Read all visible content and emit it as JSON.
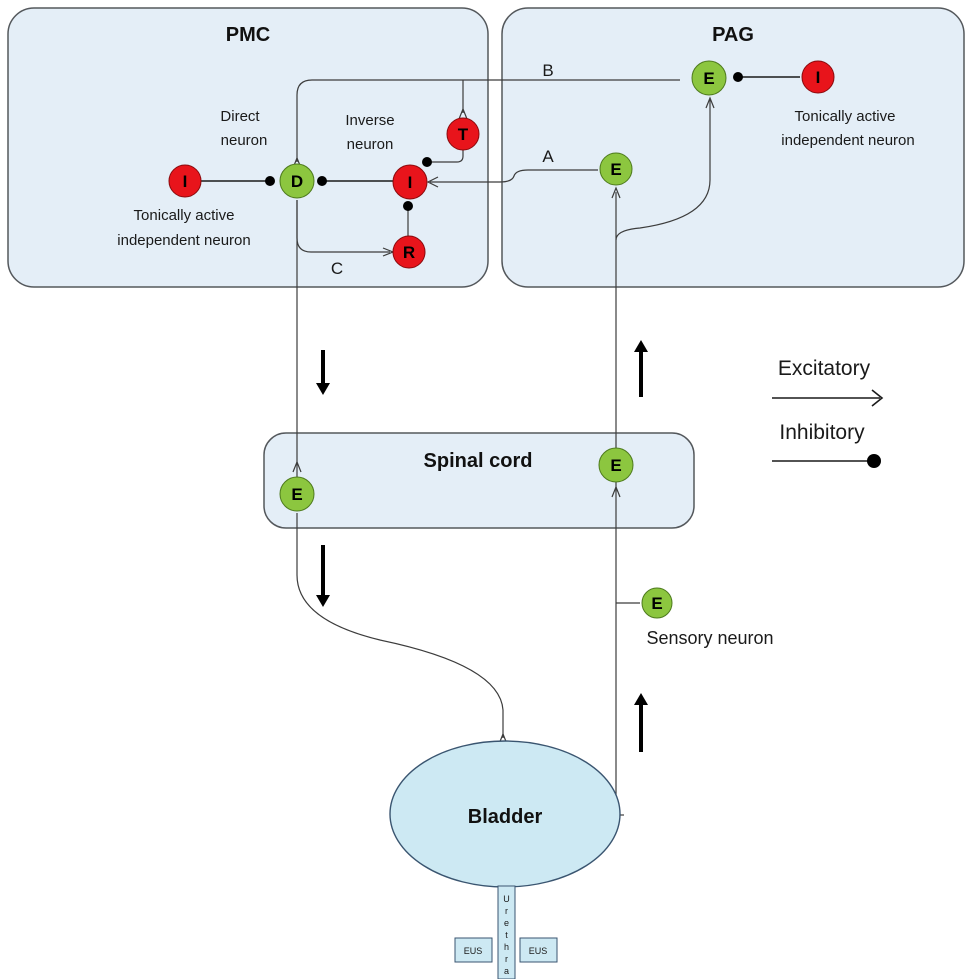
{
  "colors": {
    "region_fill": "#e4eef7",
    "bladder_fill": "#cde9f3",
    "excitatory_node": "#8cc63f",
    "inhibitory_node": "#e8141b"
  },
  "regions": {
    "pmc": "PMC",
    "pag": "PAG",
    "spinal_cord": "Spinal cord",
    "bladder": "Bladder"
  },
  "nodes": {
    "pmc_tonic": "I",
    "direct": "D",
    "inverse": "I",
    "t_node": "T",
    "r_node": "R",
    "pag_e_top": "E",
    "pag_i": "I",
    "pag_e_mid": "E",
    "spinal_e_left": "E",
    "spinal_e_right": "E",
    "sensory_e": "E"
  },
  "labels": {
    "direct_neuron_1": "Direct",
    "direct_neuron_2": "neuron",
    "inverse_neuron_1": "Inverse",
    "inverse_neuron_2": "neuron",
    "tonic_pmc_1": "Tonically active",
    "tonic_pmc_2": "independent neuron",
    "tonic_pag_1": "Tonically active",
    "tonic_pag_2": "independent neuron",
    "path_a": "A",
    "path_b": "B",
    "path_c": "C",
    "sensory_neuron": "Sensory neuron",
    "eus_left": "EUS",
    "eus_right": "EUS",
    "urethra_letters": [
      "U",
      "r",
      "e",
      "t",
      "h",
      "r",
      "a"
    ]
  },
  "legend": {
    "excitatory": "Excitatory",
    "inhibitory": "Inhibitory"
  }
}
